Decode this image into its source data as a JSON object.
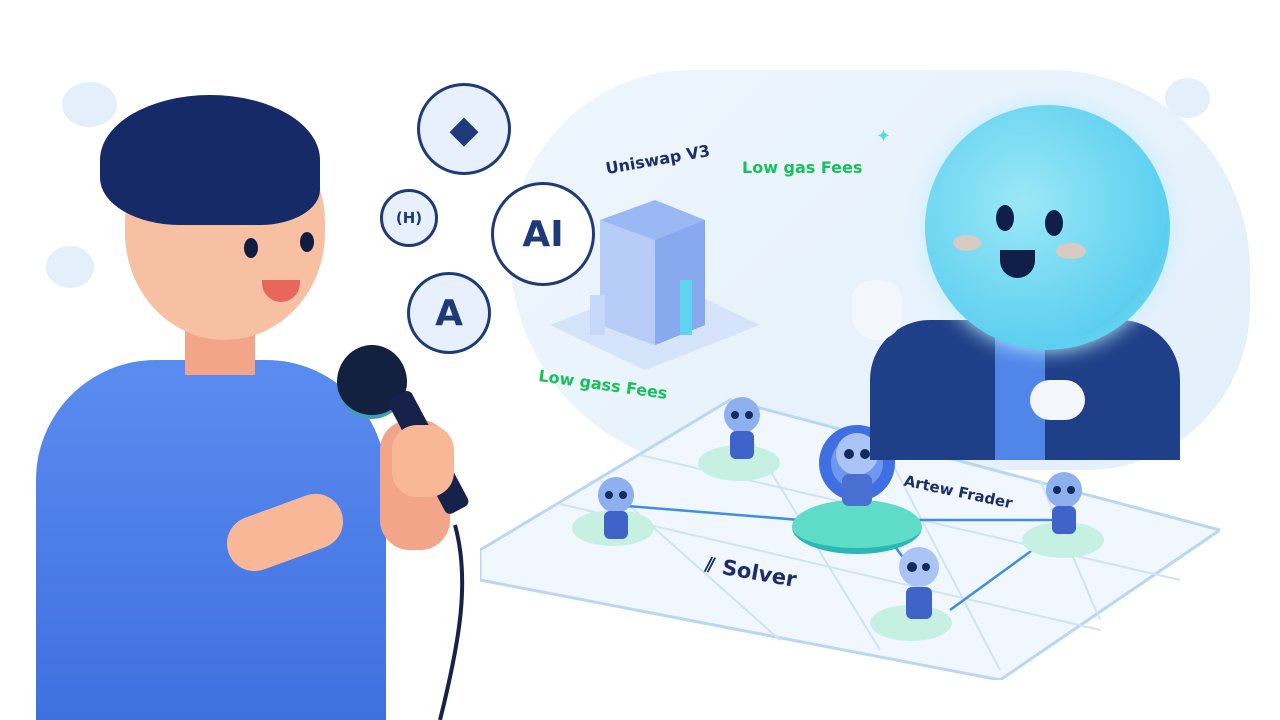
{
  "scene": {
    "background": "#ffffff",
    "accent_blue": "#4a7fe8",
    "navy": "#1b2e6b",
    "green": "#17c15a",
    "teal": "#6fe0c8"
  },
  "labels": {
    "uniswap": "Uniswap V3",
    "low_gas_top": "Low gas Fees",
    "low_gas_bottom": "Low gass Fees",
    "arbitrage_trader": "Artew Frader",
    "solver": "Solver"
  },
  "coins": [
    {
      "name": "ethereum-icon",
      "glyph": "◆"
    },
    {
      "name": "h-token-icon",
      "glyph": "(H)"
    },
    {
      "name": "ai-token-icon",
      "glyph": "AI"
    },
    {
      "name": "a-token-icon",
      "glyph": "A"
    }
  ],
  "solver_logo_glyph": "⫽"
}
